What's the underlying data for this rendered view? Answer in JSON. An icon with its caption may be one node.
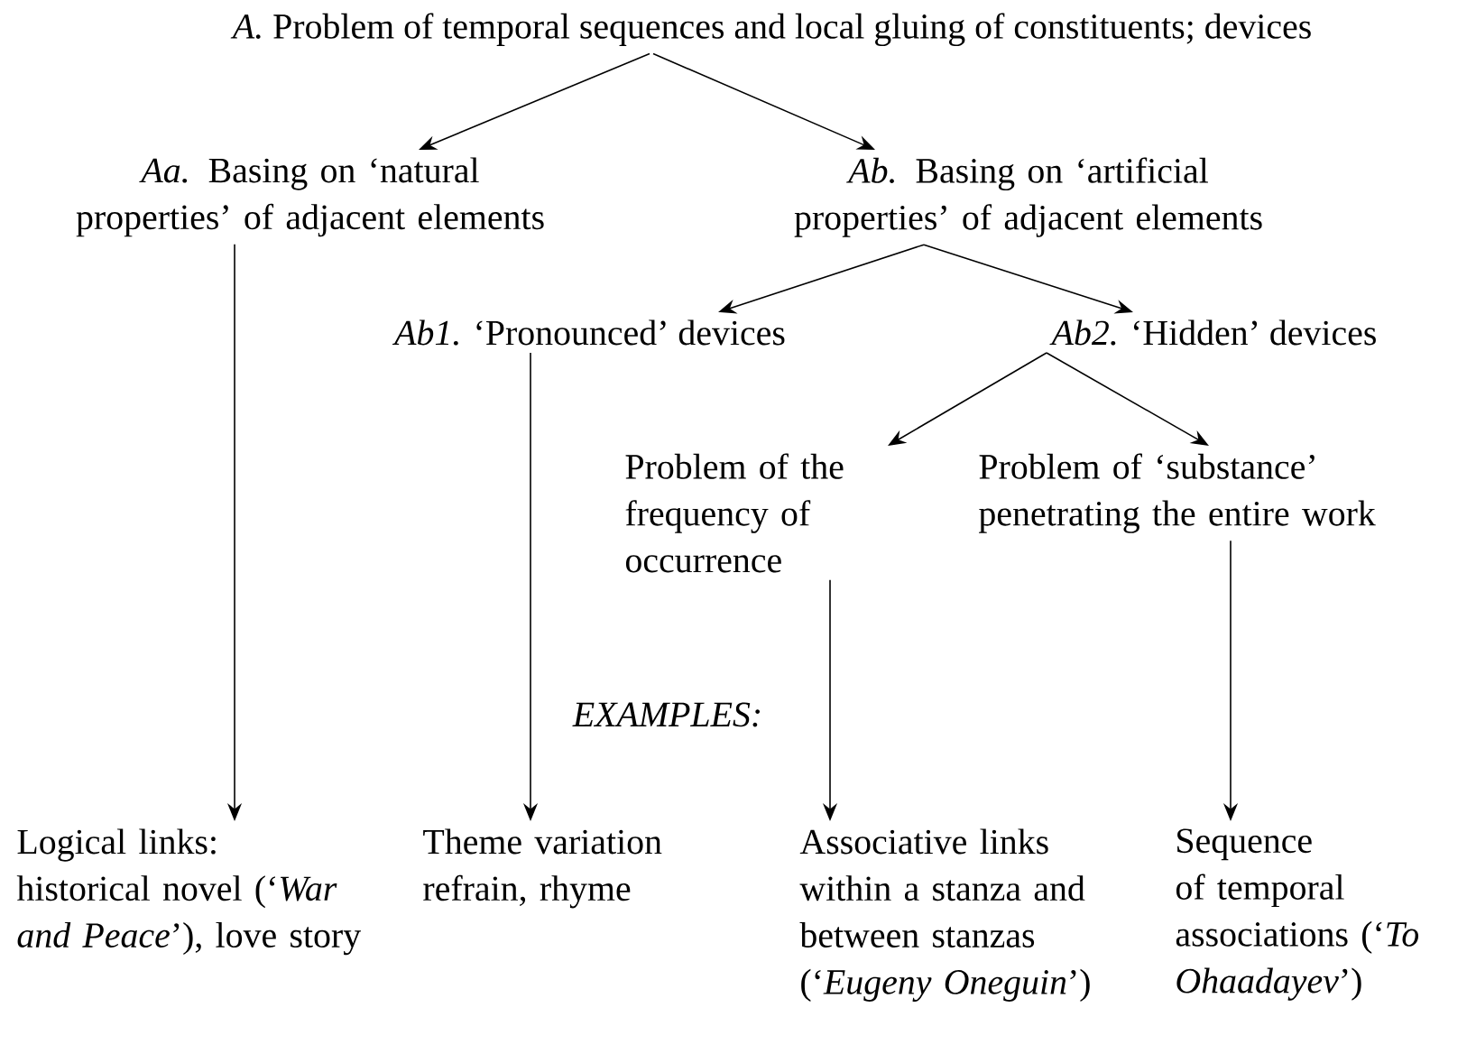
{
  "diagram": {
    "nodes": [
      {
        "text": [
          "*A.* Problem of temporal sequences and local gluing of constituents; devices"
        ]
      },
      {
        "text": [
          "*Aa.* Basing on ‘natural properties’ of adjacent elements"
        ]
      },
      {
        "text": [
          "*Ab.* Basing on ‘artificial properties’ of adjacent elements"
        ]
      },
      {
        "text": [
          "*Ab1.* ‘Pronounced’ devices"
        ]
      },
      {
        "text": [
          "*Ab2.* ‘Hidden’ devices"
        ]
      },
      {
        "text": [
          "Problem of the frequency of occurrence"
        ]
      },
      {
        "text": [
          "Problem of ‘substance’ penetrating the entire work"
        ]
      },
      {
        "text": [
          "Logical links: historical novel (‘*War and Peace*’), love story"
        ]
      },
      {
        "text": [
          "Theme variation refrain, rhyme"
        ]
      },
      {
        "text": [
          "Associative links within a stanza and between stanzas (‘*Eugeny Oneguin*’)"
        ]
      },
      {
        "text": [
          "Sequence of temporal associations (‘*To Ohaadayev*’)"
        ]
      }
    ],
    "edges": [
      {
        "from": 0,
        "to": 1,
        "arrow": "to"
      },
      {
        "from": 0,
        "to": 2,
        "arrow": "to"
      },
      {
        "from": 2,
        "to": 3,
        "arrow": "to"
      },
      {
        "from": 2,
        "to": 4,
        "arrow": "to"
      },
      {
        "from": 4,
        "to": 5,
        "arrow": "to"
      },
      {
        "from": 4,
        "to": 6,
        "arrow": "to"
      },
      {
        "from": 1,
        "to": 7,
        "arrow": "to"
      },
      {
        "from": 3,
        "to": 8,
        "arrow": "to"
      },
      {
        "from": 5,
        "to": 9,
        "arrow": "to"
      },
      {
        "from": 6,
        "to": 10,
        "arrow": "to"
      }
    ],
    "labels": [
      "EXAMPLES:"
    ]
  }
}
